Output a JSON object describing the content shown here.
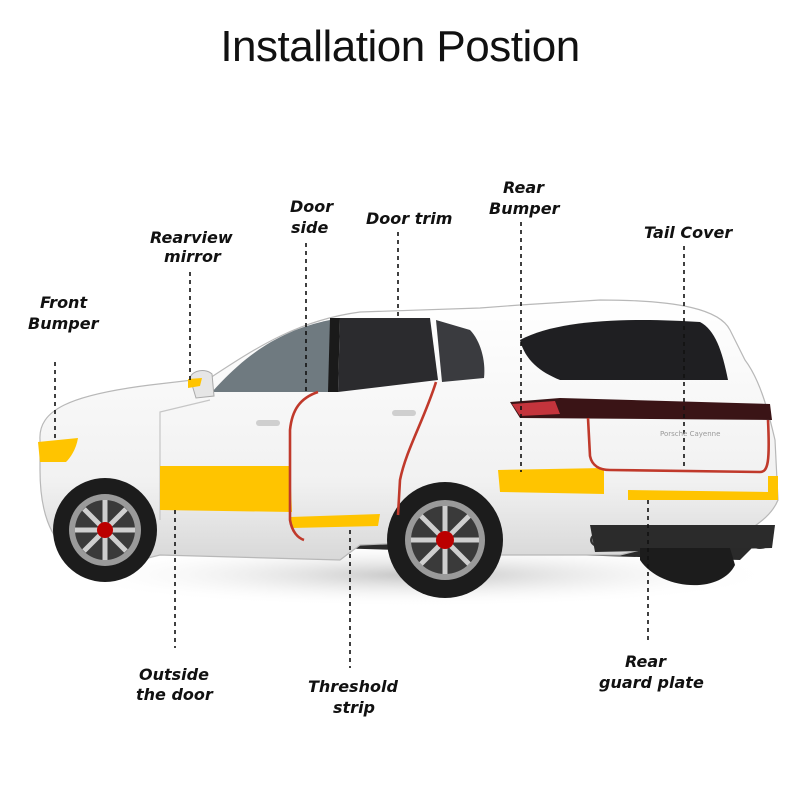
{
  "title": "Installation Postion",
  "labels": {
    "front_bumper": [
      "Front",
      "Bumper"
    ],
    "rearview_mirror": [
      "Rearview",
      "mirror"
    ],
    "door_side": [
      "Door",
      "side"
    ],
    "door_trim": [
      "Door trim"
    ],
    "rear_bumper": [
      "Rear",
      "Bumper"
    ],
    "tail_cover": [
      "Tail Cover"
    ],
    "outside_door": [
      "Outside",
      "the door"
    ],
    "threshold_strip": [
      "Threshold",
      "strip"
    ],
    "rear_guard_plate": [
      "Rear",
      "guard plate"
    ]
  },
  "badge_text": "Porsche Cayenne",
  "colors": {
    "tape": "#FFC400",
    "seal": "#C0392B",
    "body": "#F4F4F4",
    "glass": "#2B2B2E",
    "tire": "#1C1C1C"
  }
}
